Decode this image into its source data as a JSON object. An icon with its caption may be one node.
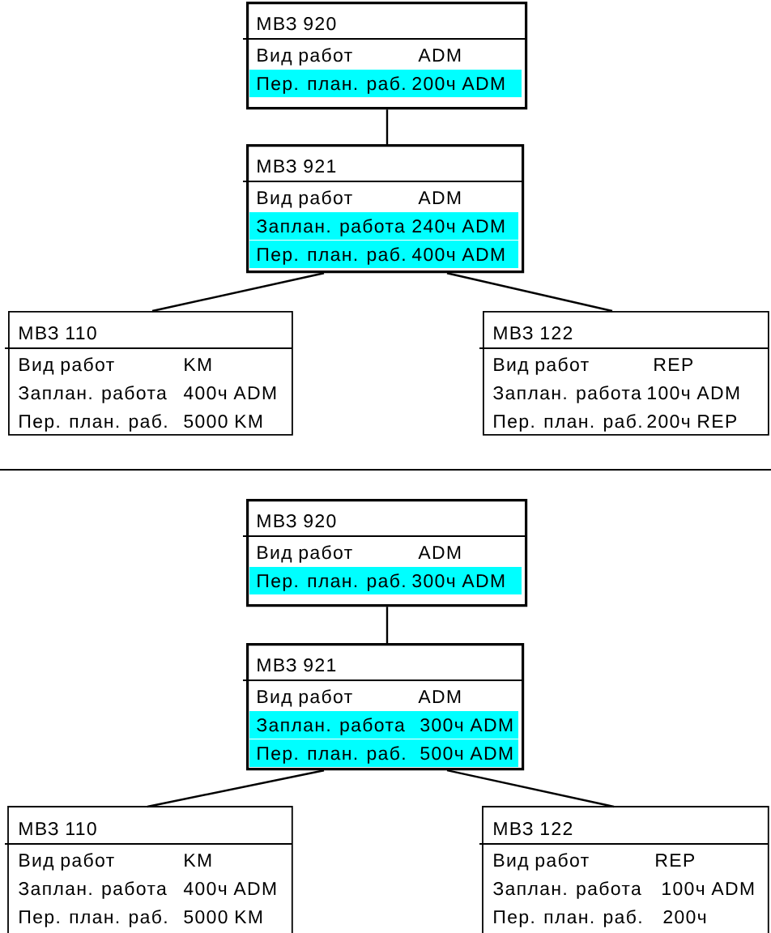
{
  "diagram": {
    "nodes": [
      {
        "text": [
          "МВЗ 920",
          "Вид работ",
          "ADM",
          "Пер. план. раб.",
          "200ч ADM"
        ]
      },
      {
        "text": [
          "МВЗ 921",
          "Вид работ",
          "ADM",
          "Заплан. работа",
          "240ч ADM",
          "Пер. план. раб.",
          "400ч ADM"
        ]
      },
      {
        "text": [
          "МВЗ 110",
          "Вид работ",
          "KM",
          "Заплан. работа",
          "400ч ADM",
          "Пер. план. раб.",
          "5000 KM"
        ]
      },
      {
        "text": [
          "МВЗ 122",
          "Вид работ",
          "REP",
          "Заплан. работа",
          "100ч ADM",
          "Пер. план. раб.",
          "200ч REP"
        ]
      },
      {
        "text": [
          "МВЗ 920",
          "Вид работ",
          "ADM",
          "Пер. план. раб.",
          "300ч ADM"
        ]
      },
      {
        "text": [
          "МВЗ 921",
          "Вид работ",
          "ADM",
          "Заплан. работа",
          "300ч ADM",
          "Пер. план. раб.",
          "500ч ADM"
        ]
      },
      {
        "text": [
          "МВЗ 110",
          "Вид работ",
          "KM",
          "Заплан. работа",
          "400ч ADM",
          "Пер. план. раб.",
          "5000 KM"
        ]
      },
      {
        "text": [
          "МВЗ 122",
          "Вид работ",
          "REP",
          "Заплан. работа",
          "100ч ADM",
          "Пер. план. раб.",
          "200ч"
        ]
      }
    ],
    "edges": [
      {
        "from": 0,
        "to": 1,
        "arrow": "none"
      },
      {
        "from": 1,
        "to": 2,
        "arrow": "none"
      },
      {
        "from": 1,
        "to": 3,
        "arrow": "none"
      },
      {
        "from": 4,
        "to": 5,
        "arrow": "none"
      },
      {
        "from": 5,
        "to": 6,
        "arrow": "none"
      },
      {
        "from": 5,
        "to": 7,
        "arrow": "none"
      }
    ]
  }
}
